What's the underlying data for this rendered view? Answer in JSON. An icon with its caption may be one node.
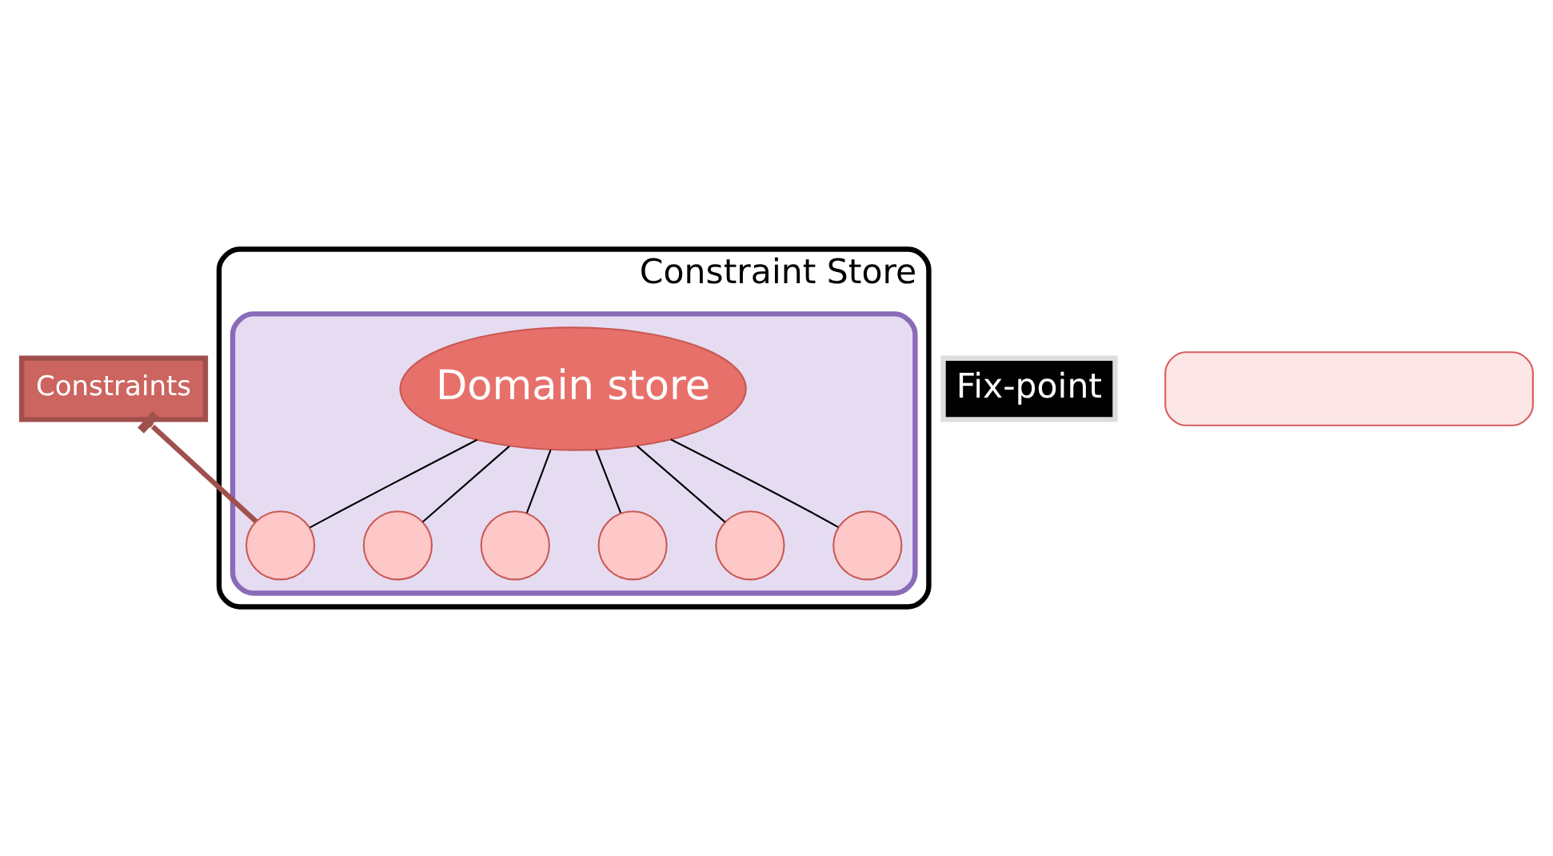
{
  "diagram": {
    "nodes": [
      {
        "text": [
          "Constraint Store"
        ]
      },
      {
        "text": [],
        "shape": "ellipse",
        "in": 0
      },
      {
        "text": [
          "Constraints"
        ]
      },
      {
        "text": [
          "Domain store"
        ],
        "in": 1
      },
      {
        "text": [],
        "shape": "circle",
        "in": 1
      },
      {
        "text": [],
        "shape": "circle",
        "in": 1
      },
      {
        "text": [],
        "shape": "circle",
        "in": 1
      },
      {
        "text": [],
        "shape": "circle",
        "in": 1
      },
      {
        "text": [],
        "shape": "circle",
        "in": 1
      },
      {
        "text": [],
        "shape": "circle",
        "in": 1
      },
      {
        "text": [
          "Fix-point"
        ]
      },
      {
        "text": [],
        "shape": "box"
      }
    ],
    "edges": [
      {
        "from": 2,
        "to": 4,
        "arrow": "other",
        "color": "#a0504c",
        "style": "thick"
      },
      {
        "from": 3,
        "to": 4,
        "arrow": "none"
      },
      {
        "from": 3,
        "to": 5,
        "arrow": "none"
      },
      {
        "from": 3,
        "to": 6,
        "arrow": "none"
      },
      {
        "from": 3,
        "to": 7,
        "arrow": "none"
      },
      {
        "from": 3,
        "to": 8,
        "arrow": "none"
      },
      {
        "from": 3,
        "to": 9,
        "arrow": "none"
      }
    ]
  }
}
